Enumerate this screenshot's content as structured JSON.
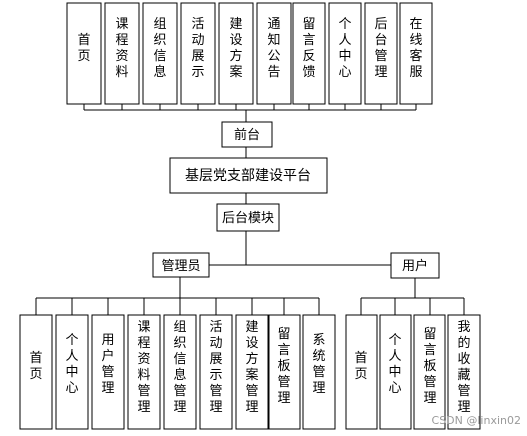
{
  "platform": {
    "label": "基层党支部建设平台"
  },
  "frontend": {
    "label": "前台",
    "modules": [
      "首页",
      "课程资料",
      "组织信息",
      "活动展示",
      "建设方案",
      "通知公告",
      "留言反馈",
      "个人中心",
      "后台管理",
      "在线客服"
    ]
  },
  "backend": {
    "label": "后台模块"
  },
  "admin": {
    "label": "管理员",
    "modules": [
      "首页",
      "个人中心",
      "用户管理",
      "课程资料管理",
      "组织信息管理",
      "活动展示管理",
      "建设方案管理",
      "留言板管理",
      "系统管理"
    ]
  },
  "user": {
    "label": "用户",
    "modules": [
      "首页",
      "个人中心",
      "留言板管理",
      "我的收藏管理"
    ]
  },
  "watermark": "CSDN @linxin02"
}
